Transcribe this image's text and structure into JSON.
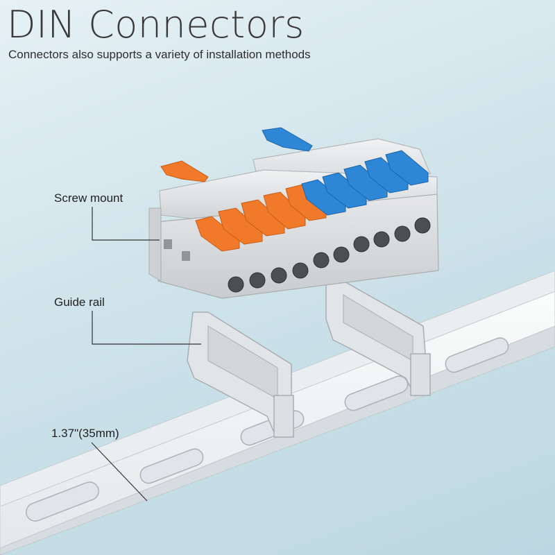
{
  "header": {
    "title": "DIN Connectors",
    "subtitle": "Connectors also supports a variety of installation methods"
  },
  "callouts": {
    "screw_mount": "Screw mount",
    "guide_rail": "Guide rail",
    "rail_width": "1.37\"(35mm)"
  },
  "colors": {
    "orange_lever": "#f07a2a",
    "blue_lever": "#2e86d6",
    "housing": "#e4e6e8",
    "rail": "#f3f5f6"
  }
}
